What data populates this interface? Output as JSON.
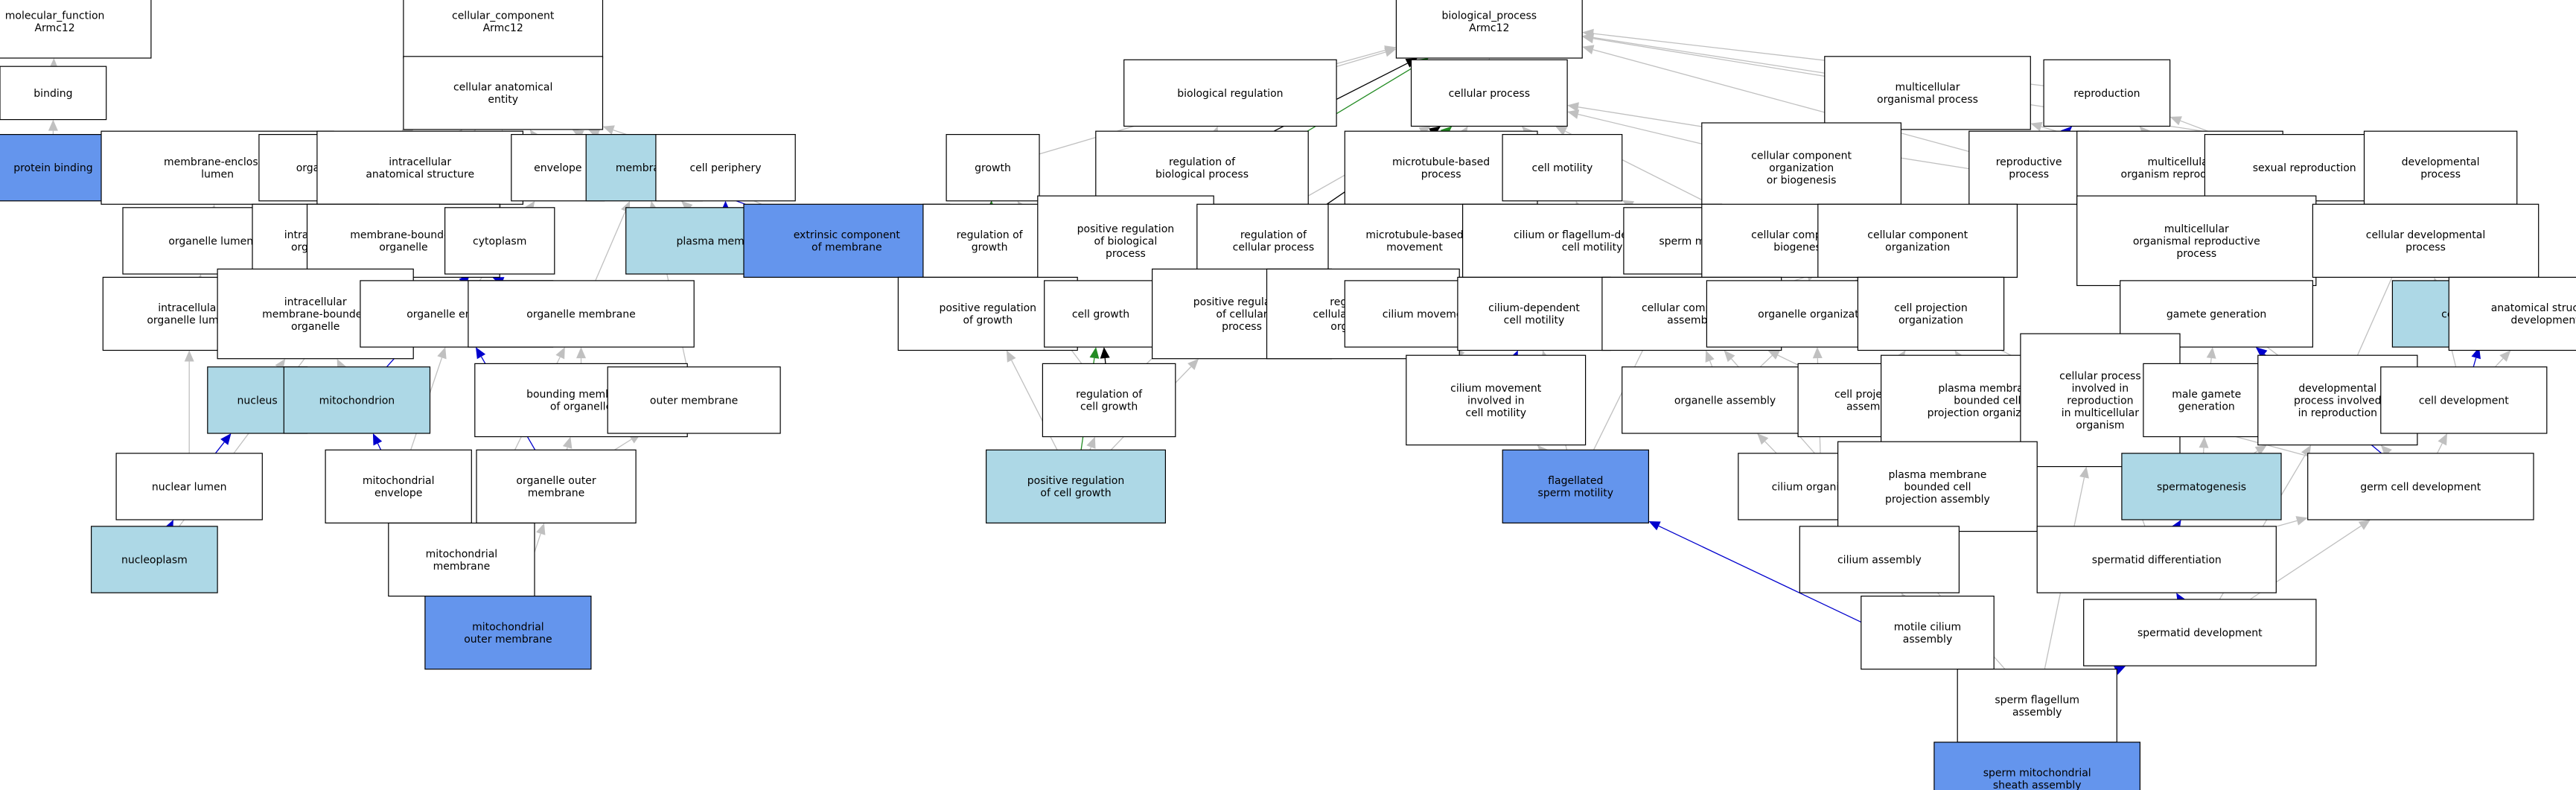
{
  "colors": {
    "default_fill": "#ffffff",
    "highlight_light": "#add8e6",
    "highlight_dark": "#6495ed",
    "is_a_edge": "#c0c0c0",
    "part_of_edge": "#0000cd",
    "regulates_edge": "#000000",
    "positively_regulates_edge": "#228b22"
  },
  "nodes": [
    {
      "id": "n1",
      "lines": [
        "molecular_function",
        "Armc12"
      ],
      "style": "default"
    },
    {
      "id": "n2",
      "lines": [
        "binding"
      ],
      "style": "default"
    },
    {
      "id": "n3",
      "lines": [
        "protein binding"
      ],
      "style": "dark"
    },
    {
      "id": "n4",
      "lines": [
        "cellular_component",
        "Armc12"
      ],
      "style": "default"
    },
    {
      "id": "n5",
      "lines": [
        "cellular anatomical",
        "entity"
      ],
      "style": "default"
    },
    {
      "id": "n6",
      "lines": [
        "membrane-enclosed",
        "lumen"
      ],
      "style": "default"
    },
    {
      "id": "n7",
      "lines": [
        "organelle"
      ],
      "style": "default"
    },
    {
      "id": "n8",
      "lines": [
        "intracellular",
        "anatomical structure"
      ],
      "style": "default"
    },
    {
      "id": "n9",
      "lines": [
        "envelope"
      ],
      "style": "default"
    },
    {
      "id": "n10",
      "lines": [
        "membrane"
      ],
      "style": "light"
    },
    {
      "id": "n11",
      "lines": [
        "cell periphery"
      ],
      "style": "default"
    },
    {
      "id": "n12",
      "lines": [
        "organelle lumen"
      ],
      "style": "default"
    },
    {
      "id": "n13",
      "lines": [
        "intracellular",
        "organelle"
      ],
      "style": "default"
    },
    {
      "id": "n14",
      "lines": [
        "membrane-bounded",
        "organelle"
      ],
      "style": "default"
    },
    {
      "id": "n15",
      "lines": [
        "cytoplasm"
      ],
      "style": "default"
    },
    {
      "id": "n16",
      "lines": [
        "plasma membrane"
      ],
      "style": "light"
    },
    {
      "id": "n17",
      "lines": [
        "extrinsic component",
        "of membrane"
      ],
      "style": "dark"
    },
    {
      "id": "n18",
      "lines": [
        "intracellular",
        "organelle lumen"
      ],
      "style": "default"
    },
    {
      "id": "n19",
      "lines": [
        "intracellular",
        "membrane-bounded",
        "organelle"
      ],
      "style": "default"
    },
    {
      "id": "n20",
      "lines": [
        "organelle envelope"
      ],
      "style": "default"
    },
    {
      "id": "n21",
      "lines": [
        "organelle membrane"
      ],
      "style": "default"
    },
    {
      "id": "n22",
      "lines": [
        "nucleus"
      ],
      "style": "light"
    },
    {
      "id": "n23",
      "lines": [
        "mitochondrion"
      ],
      "style": "light"
    },
    {
      "id": "n24",
      "lines": [
        "bounding membrane",
        "of organelle"
      ],
      "style": "default"
    },
    {
      "id": "n25",
      "lines": [
        "outer membrane"
      ],
      "style": "default"
    },
    {
      "id": "n26",
      "lines": [
        "nuclear lumen"
      ],
      "style": "default"
    },
    {
      "id": "n27",
      "lines": [
        "mitochondrial",
        "envelope"
      ],
      "style": "default"
    },
    {
      "id": "n28",
      "lines": [
        "organelle outer",
        "membrane"
      ],
      "style": "default"
    },
    {
      "id": "n29",
      "lines": [
        "nucleoplasm"
      ],
      "style": "light"
    },
    {
      "id": "n30",
      "lines": [
        "mitochondrial",
        "membrane"
      ],
      "style": "default"
    },
    {
      "id": "n31",
      "lines": [
        "mitochondrial",
        "outer membrane"
      ],
      "style": "dark"
    },
    {
      "id": "n32",
      "lines": [
        "biological_process",
        "Armc12"
      ],
      "style": "default"
    },
    {
      "id": "n33",
      "lines": [
        "biological regulation"
      ],
      "style": "default"
    },
    {
      "id": "n34",
      "lines": [
        "cellular process"
      ],
      "style": "default"
    },
    {
      "id": "n35",
      "lines": [
        "multicellular",
        "organismal process"
      ],
      "style": "default"
    },
    {
      "id": "n36",
      "lines": [
        "reproduction"
      ],
      "style": "default"
    },
    {
      "id": "n37",
      "lines": [
        "growth"
      ],
      "style": "default"
    },
    {
      "id": "n38",
      "lines": [
        "regulation of",
        "biological process"
      ],
      "style": "default"
    },
    {
      "id": "n39",
      "lines": [
        "microtubule-based",
        "process"
      ],
      "style": "default"
    },
    {
      "id": "n40",
      "lines": [
        "cell motility"
      ],
      "style": "default"
    },
    {
      "id": "n41",
      "lines": [
        "cellular component",
        "organization",
        "or biogenesis"
      ],
      "style": "default"
    },
    {
      "id": "n42",
      "lines": [
        "reproductive",
        "process"
      ],
      "style": "default"
    },
    {
      "id": "n43",
      "lines": [
        "multicellular",
        "organism reproduction"
      ],
      "style": "default"
    },
    {
      "id": "n44",
      "lines": [
        "sexual reproduction"
      ],
      "style": "default"
    },
    {
      "id": "n45",
      "lines": [
        "developmental",
        "process"
      ],
      "style": "default"
    },
    {
      "id": "n46",
      "lines": [
        "regulation of",
        "growth"
      ],
      "style": "default"
    },
    {
      "id": "n47",
      "lines": [
        "positive regulation",
        "of biological",
        "process"
      ],
      "style": "default"
    },
    {
      "id": "n48",
      "lines": [
        "regulation of",
        "cellular process"
      ],
      "style": "default"
    },
    {
      "id": "n49",
      "lines": [
        "microtubule-based",
        "movement"
      ],
      "style": "default"
    },
    {
      "id": "n50",
      "lines": [
        "cilium or flagellum-dependent",
        "cell motility"
      ],
      "style": "default"
    },
    {
      "id": "n51",
      "lines": [
        "sperm motility"
      ],
      "style": "default"
    },
    {
      "id": "n52",
      "lines": [
        "cellular component",
        "biogenesis"
      ],
      "style": "default"
    },
    {
      "id": "n53",
      "lines": [
        "cellular component",
        "organization"
      ],
      "style": "default"
    },
    {
      "id": "n54",
      "lines": [
        "multicellular",
        "organismal reproductive",
        "process"
      ],
      "style": "default"
    },
    {
      "id": "n55",
      "lines": [
        "cellular developmental",
        "process"
      ],
      "style": "default"
    },
    {
      "id": "n56",
      "lines": [
        "positive regulation",
        "of growth"
      ],
      "style": "default"
    },
    {
      "id": "n57",
      "lines": [
        "cell growth"
      ],
      "style": "default"
    },
    {
      "id": "n58",
      "lines": [
        "positive regulation",
        "of cellular",
        "process"
      ],
      "style": "default"
    },
    {
      "id": "n59",
      "lines": [
        "regulation of",
        "cellular component",
        "organization"
      ],
      "style": "default"
    },
    {
      "id": "n60",
      "lines": [
        "cilium movement"
      ],
      "style": "default"
    },
    {
      "id": "n61",
      "lines": [
        "cilium-dependent",
        "cell motility"
      ],
      "style": "default"
    },
    {
      "id": "n62",
      "lines": [
        "cellular component",
        "assembly"
      ],
      "style": "default"
    },
    {
      "id": "n63",
      "lines": [
        "organelle organization"
      ],
      "style": "default"
    },
    {
      "id": "n64",
      "lines": [
        "cell projection",
        "organization"
      ],
      "style": "default"
    },
    {
      "id": "n65",
      "lines": [
        "gamete generation"
      ],
      "style": "default"
    },
    {
      "id": "n66",
      "lines": [
        "cell differentiation"
      ],
      "style": "light"
    },
    {
      "id": "n67",
      "lines": [
        "anatomical structure",
        "development"
      ],
      "style": "default"
    },
    {
      "id": "n68",
      "lines": [
        "regulation of",
        "cell growth"
      ],
      "style": "default"
    },
    {
      "id": "n69",
      "lines": [
        "cilium movement",
        "involved in",
        "cell motility"
      ],
      "style": "default"
    },
    {
      "id": "n70",
      "lines": [
        "organelle assembly"
      ],
      "style": "default"
    },
    {
      "id": "n71",
      "lines": [
        "cell projection",
        "assembly"
      ],
      "style": "default"
    },
    {
      "id": "n72",
      "lines": [
        "plasma membrane",
        "bounded cell",
        "projection organization"
      ],
      "style": "default"
    },
    {
      "id": "n73",
      "lines": [
        "cellular process",
        "involved in",
        "reproduction",
        "in multicellular",
        "organism"
      ],
      "style": "default"
    },
    {
      "id": "n74",
      "lines": [
        "male gamete",
        "generation"
      ],
      "style": "default"
    },
    {
      "id": "n75",
      "lines": [
        "developmental",
        "process involved",
        "in reproduction"
      ],
      "style": "default"
    },
    {
      "id": "n76",
      "lines": [
        "cell development"
      ],
      "style": "default"
    },
    {
      "id": "n77",
      "lines": [
        "positive regulation",
        "of cell growth"
      ],
      "style": "light"
    },
    {
      "id": "n78",
      "lines": [
        "flagellated",
        "sperm motility"
      ],
      "style": "dark"
    },
    {
      "id": "n79",
      "lines": [
        "cilium organization"
      ],
      "style": "default"
    },
    {
      "id": "n80",
      "lines": [
        "plasma membrane",
        "bounded cell",
        "projection assembly"
      ],
      "style": "default"
    },
    {
      "id": "n81",
      "lines": [
        "spermatogenesis"
      ],
      "style": "light"
    },
    {
      "id": "n82",
      "lines": [
        "germ cell development"
      ],
      "style": "default"
    },
    {
      "id": "n83",
      "lines": [
        "cilium assembly"
      ],
      "style": "default"
    },
    {
      "id": "n84",
      "lines": [
        "spermatid differentiation"
      ],
      "style": "default"
    },
    {
      "id": "n85",
      "lines": [
        "motile cilium",
        "assembly"
      ],
      "style": "default"
    },
    {
      "id": "n86",
      "lines": [
        "spermatid development"
      ],
      "style": "default"
    },
    {
      "id": "n87",
      "lines": [
        "sperm flagellum",
        "assembly"
      ],
      "style": "default"
    },
    {
      "id": "n88",
      "lines": [
        "sperm mitochondrial",
        "sheath assembly"
      ],
      "style": "dark"
    }
  ],
  "edges": [
    [
      "n2",
      "n1",
      "is_a"
    ],
    [
      "n3",
      "n2",
      "is_a"
    ],
    [
      "n5",
      "n4",
      "is_a"
    ],
    [
      "n7",
      "n5",
      "is_a"
    ],
    [
      "n8",
      "n5",
      "is_a"
    ],
    [
      "n9",
      "n5",
      "is_a"
    ],
    [
      "n10",
      "n5",
      "is_a"
    ],
    [
      "n11",
      "n5",
      "is_a"
    ],
    [
      "n15",
      "n5",
      "is_a"
    ],
    [
      "n17",
      "n5",
      "is_a"
    ],
    [
      "n29",
      "n5",
      "is_a"
    ],
    [
      "n12",
      "n6",
      "is_a"
    ],
    [
      "n12",
      "n7",
      "part_of"
    ],
    [
      "n13",
      "n7",
      "is_a"
    ],
    [
      "n14",
      "n7",
      "is_a"
    ],
    [
      "n13",
      "n8",
      "part_of"
    ],
    [
      "n15",
      "n8",
      "is_a"
    ],
    [
      "n16",
      "n10",
      "is_a"
    ],
    [
      "n16",
      "n11",
      "part_of"
    ],
    [
      "n17",
      "n10",
      "part_of"
    ],
    [
      "n18",
      "n12",
      "is_a"
    ],
    [
      "n18",
      "n13",
      "part_of"
    ],
    [
      "n19",
      "n13",
      "is_a"
    ],
    [
      "n19",
      "n14",
      "is_a"
    ],
    [
      "n20",
      "n9",
      "is_a"
    ],
    [
      "n20",
      "n13",
      "part_of"
    ],
    [
      "n21",
      "n10",
      "is_a"
    ],
    [
      "n21",
      "n14",
      "part_of"
    ],
    [
      "n22",
      "n19",
      "is_a"
    ],
    [
      "n23",
      "n19",
      "is_a"
    ],
    [
      "n23",
      "n15",
      "part_of"
    ],
    [
      "n24",
      "n21",
      "is_a"
    ],
    [
      "n25",
      "n10",
      "is_a"
    ],
    [
      "n26",
      "n18",
      "is_a"
    ],
    [
      "n26",
      "n22",
      "part_of"
    ],
    [
      "n27",
      "n20",
      "is_a"
    ],
    [
      "n27",
      "n23",
      "part_of"
    ],
    [
      "n28",
      "n24",
      "is_a"
    ],
    [
      "n28",
      "n25",
      "is_a"
    ],
    [
      "n28",
      "n20",
      "part_of"
    ],
    [
      "n29",
      "n26",
      "part_of"
    ],
    [
      "n30",
      "n21",
      "is_a"
    ],
    [
      "n30",
      "n27",
      "part_of"
    ],
    [
      "n31",
      "n28",
      "is_a"
    ],
    [
      "n31",
      "n30",
      "is_a"
    ],
    [
      "n33",
      "n32",
      "is_a"
    ],
    [
      "n34",
      "n32",
      "is_a"
    ],
    [
      "n35",
      "n32",
      "is_a"
    ],
    [
      "n36",
      "n32",
      "is_a"
    ],
    [
      "n37",
      "n32",
      "is_a"
    ],
    [
      "n45",
      "n32",
      "is_a"
    ],
    [
      "n38",
      "n33",
      "is_a"
    ],
    [
      "n38",
      "n32",
      "regulates"
    ],
    [
      "n39",
      "n34",
      "is_a"
    ],
    [
      "n40",
      "n34",
      "is_a"
    ],
    [
      "n41",
      "n34",
      "is_a"
    ],
    [
      "n42",
      "n32",
      "is_a"
    ],
    [
      "n42",
      "n36",
      "part_of"
    ],
    [
      "n43",
      "n35",
      "is_a"
    ],
    [
      "n43",
      "n36",
      "is_a"
    ],
    [
      "n44",
      "n36",
      "is_a"
    ],
    [
      "n46",
      "n38",
      "is_a"
    ],
    [
      "n46",
      "n37",
      "regulates"
    ],
    [
      "n47",
      "n38",
      "is_a"
    ],
    [
      "n47",
      "n32",
      "positively_regulates"
    ],
    [
      "n48",
      "n38",
      "is_a"
    ],
    [
      "n48",
      "n34",
      "regulates"
    ],
    [
      "n49",
      "n39",
      "is_a"
    ],
    [
      "n50",
      "n40",
      "is_a"
    ],
    [
      "n51",
      "n40",
      "is_a"
    ],
    [
      "n52",
      "n41",
      "is_a"
    ],
    [
      "n53",
      "n41",
      "is_a"
    ],
    [
      "n54",
      "n42",
      "is_a"
    ],
    [
      "n54",
      "n43",
      "part_of"
    ],
    [
      "n55",
      "n34",
      "is_a"
    ],
    [
      "n55",
      "n45",
      "is_a"
    ],
    [
      "n56",
      "n46",
      "is_a"
    ],
    [
      "n56",
      "n47",
      "is_a"
    ],
    [
      "n56",
      "n37",
      "positively_regulates"
    ],
    [
      "n57",
      "n34",
      "is_a"
    ],
    [
      "n57",
      "n37",
      "is_a"
    ],
    [
      "n58",
      "n47",
      "is_a"
    ],
    [
      "n58",
      "n48",
      "is_a"
    ],
    [
      "n58",
      "n34",
      "positively_regulates"
    ],
    [
      "n59",
      "n48",
      "is_a"
    ],
    [
      "n59",
      "n53",
      "regulates"
    ],
    [
      "n60",
      "n49",
      "is_a"
    ],
    [
      "n61",
      "n50",
      "is_a"
    ],
    [
      "n62",
      "n52",
      "part_of"
    ],
    [
      "n62",
      "n53",
      "is_a"
    ],
    [
      "n63",
      "n53",
      "is_a"
    ],
    [
      "n64",
      "n53",
      "is_a"
    ],
    [
      "n65",
      "n42",
      "is_a"
    ],
    [
      "n65",
      "n44",
      "part_of"
    ],
    [
      "n66",
      "n55",
      "is_a"
    ],
    [
      "n67",
      "n45",
      "is_a"
    ],
    [
      "n68",
      "n46",
      "is_a"
    ],
    [
      "n68",
      "n48",
      "is_a"
    ],
    [
      "n68",
      "n57",
      "regulates"
    ],
    [
      "n69",
      "n60",
      "is_a"
    ],
    [
      "n69",
      "n61",
      "part_of"
    ],
    [
      "n70",
      "n62",
      "is_a"
    ],
    [
      "n70",
      "n63",
      "is_a"
    ],
    [
      "n71",
      "n62",
      "is_a"
    ],
    [
      "n71",
      "n64",
      "is_a"
    ],
    [
      "n72",
      "n64",
      "is_a"
    ],
    [
      "n73",
      "n34",
      "is_a"
    ],
    [
      "n73",
      "n43",
      "part_of"
    ],
    [
      "n74",
      "n65",
      "is_a"
    ],
    [
      "n75",
      "n42",
      "is_a"
    ],
    [
      "n75",
      "n45",
      "is_a"
    ],
    [
      "n76",
      "n55",
      "is_a"
    ],
    [
      "n76",
      "n67",
      "is_a"
    ],
    [
      "n76",
      "n66",
      "part_of"
    ],
    [
      "n77",
      "n56",
      "is_a"
    ],
    [
      "n77",
      "n58",
      "is_a"
    ],
    [
      "n77",
      "n57",
      "positively_regulates"
    ],
    [
      "n77",
      "n68",
      "is_a"
    ],
    [
      "n78",
      "n51",
      "is_a"
    ],
    [
      "n78",
      "n69",
      "is_a"
    ],
    [
      "n78",
      "n61",
      "is_a"
    ],
    [
      "n79",
      "n63",
      "is_a"
    ],
    [
      "n79",
      "n72",
      "is_a"
    ],
    [
      "n80",
      "n71",
      "is_a"
    ],
    [
      "n80",
      "n72",
      "is_a"
    ],
    [
      "n81",
      "n74",
      "is_a"
    ],
    [
      "n81",
      "n75",
      "is_a"
    ],
    [
      "n82",
      "n65",
      "part_of"
    ],
    [
      "n82",
      "n76",
      "is_a"
    ],
    [
      "n82",
      "n73",
      "is_a"
    ],
    [
      "n82",
      "n75",
      "is_a"
    ],
    [
      "n83",
      "n79",
      "is_a"
    ],
    [
      "n83",
      "n80",
      "is_a"
    ],
    [
      "n83",
      "n70",
      "is_a"
    ],
    [
      "n84",
      "n82",
      "is_a"
    ],
    [
      "n84",
      "n81",
      "part_of"
    ],
    [
      "n84",
      "n73",
      "is_a"
    ],
    [
      "n85",
      "n83",
      "is_a"
    ],
    [
      "n86",
      "n84",
      "part_of"
    ],
    [
      "n86",
      "n75",
      "is_a"
    ],
    [
      "n86",
      "n82",
      "is_a"
    ],
    [
      "n87",
      "n85",
      "is_a"
    ],
    [
      "n87",
      "n86",
      "part_of"
    ],
    [
      "n87",
      "n78",
      "part_of"
    ],
    [
      "n87",
      "n73",
      "is_a"
    ],
    [
      "n87",
      "n62",
      "is_a"
    ],
    [
      "n88",
      "n87",
      "part_of"
    ]
  ]
}
